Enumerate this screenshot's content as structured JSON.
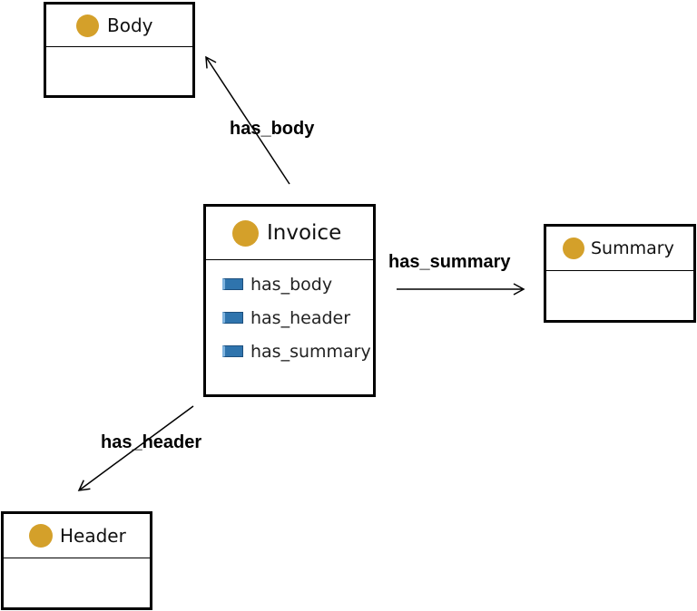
{
  "classes": {
    "body": {
      "name": "Body"
    },
    "invoice": {
      "name": "Invoice"
    },
    "summary": {
      "name": "Summary"
    },
    "header": {
      "name": "Header"
    }
  },
  "invoice_properties": [
    "has_body",
    "has_header",
    "has_summary"
  ],
  "edges": {
    "has_body": "has_body",
    "has_summary": "has_summary",
    "has_header": "has_header"
  },
  "colors": {
    "class_icon": "#d4a02a",
    "property_icon": "#2f74ad",
    "border": "#000000"
  },
  "icons": {
    "class": "circle-class-icon",
    "property": "object-property-icon"
  }
}
